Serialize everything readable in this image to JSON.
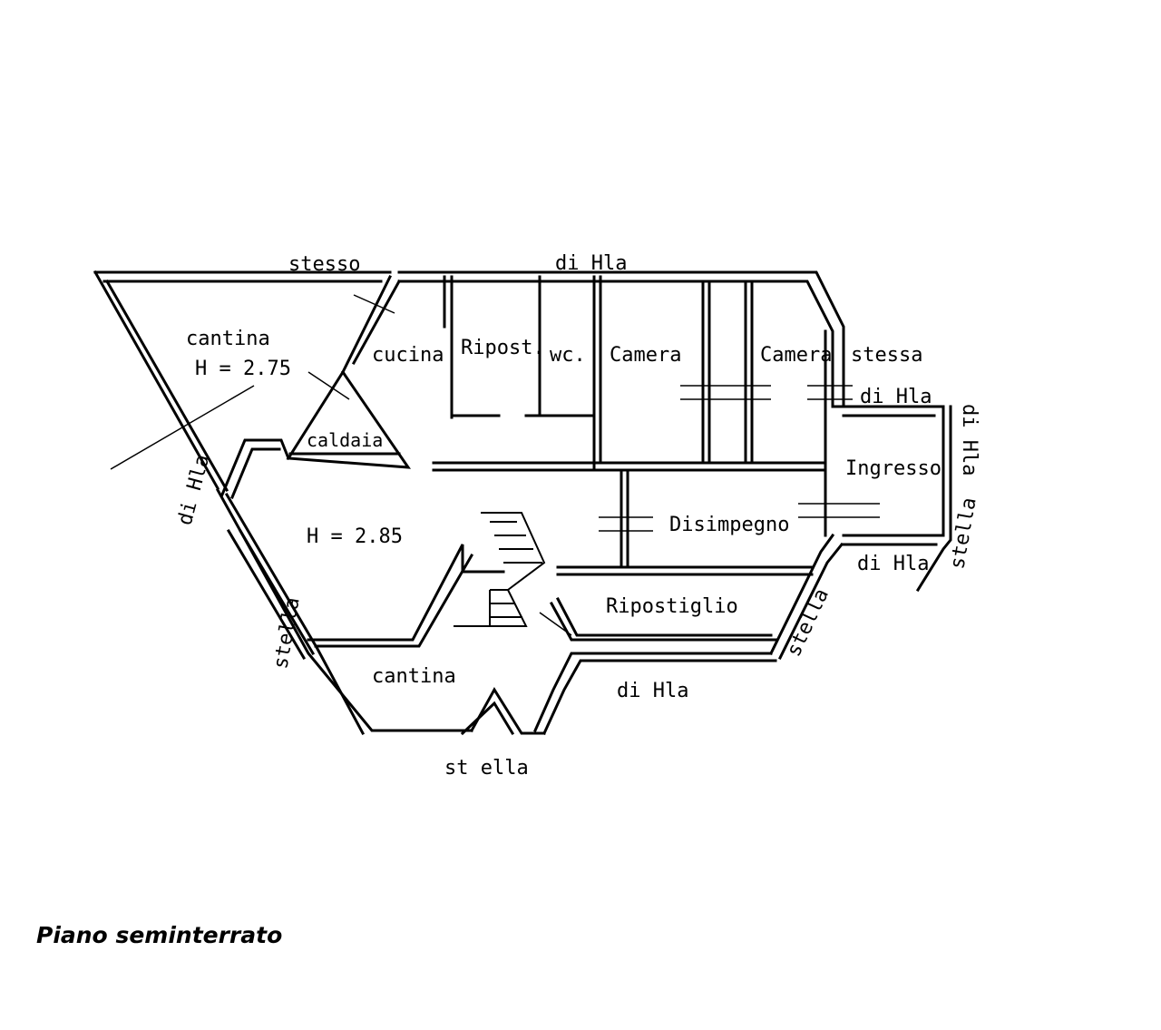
{
  "labels": {
    "stesso_top": "stesso",
    "ditta_top": "di Hla",
    "cantina_1": "cantina",
    "height_1": "H = 2.75",
    "cucina": "cucina",
    "ripost": "Ripost.",
    "wc": "wc.",
    "camera_1": "Camera",
    "camera_2": "Camera",
    "stessa_right": "stessa",
    "ditta_right": "di Hla",
    "caldaia": "caldaia",
    "ditta_left": "di Hla",
    "ingresso": "Ingresso",
    "ditta_far_right": "di Hla",
    "height_2": "H = 2.85",
    "disimpegno": "Disimpegno",
    "stella_right": "stella",
    "ditta_mid_right": "di Hla",
    "ripostiglio": "Ripostiglio",
    "stella_left": "stella",
    "stella_lower_right": "stella",
    "cantina_2": "cantina",
    "ditta_bottom": "di Hla",
    "stella_bottom": "st ella"
  },
  "caption": "Piano seminterrato"
}
